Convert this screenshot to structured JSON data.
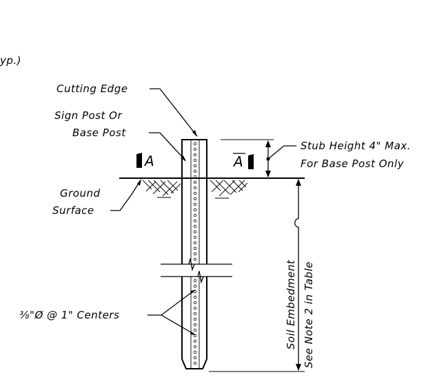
{
  "labels": {
    "typ_fragment": "yp.)",
    "cutting_edge": "Cutting Edge",
    "sign_post_line1": "Sign Post Or",
    "sign_post_line2": "Base Post",
    "section_mark_left": "A",
    "section_mark_right": "A",
    "stub_height_line1": "Stub Height 4\" Max.",
    "stub_height_line2": "For Base Post Only",
    "ground_line1": "Ground",
    "ground_line2": "Surface",
    "holes_note": "⅜\"Ø @ 1\" Centers",
    "soil_embedment_line1": "Soil Embedment",
    "soil_embedment_line2": "See Note 2 in Table"
  }
}
